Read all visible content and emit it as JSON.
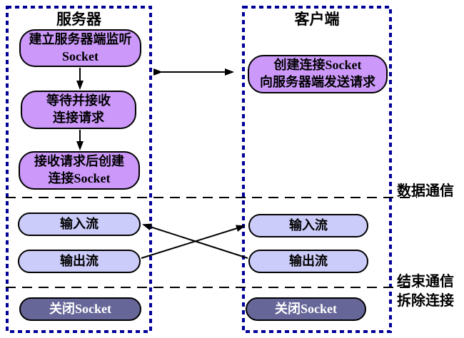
{
  "server": {
    "title": "服务器",
    "step1": {
      "line1": "建立服务器端监听",
      "line2": "Socket"
    },
    "step2": {
      "line1": "等待并接收",
      "line2": "连接请求"
    },
    "step3": {
      "line1": "接收请求后创建",
      "line2": "连接Socket"
    },
    "input_stream": "输入流",
    "output_stream": "输出流",
    "close_socket": "关闭Socket"
  },
  "client": {
    "title": "客户端",
    "step1": {
      "line1": "创建连接Socket",
      "line2": "向服务器端发送请求"
    },
    "input_stream": "输入流",
    "output_stream": "输出流",
    "close_socket": "关闭Socket"
  },
  "annotations": {
    "data_communication": "数据通信",
    "end_communication": "结束通信",
    "teardown_connection": "拆除连接"
  },
  "colors": {
    "panel_border": "#000099",
    "step_box_fill": "#cc99fb",
    "stream_box_fill": "#ccccfa",
    "close_box_fill": "#666699",
    "box_border": "#000000",
    "arrow": "#000000",
    "close_text": "#ffffff"
  }
}
